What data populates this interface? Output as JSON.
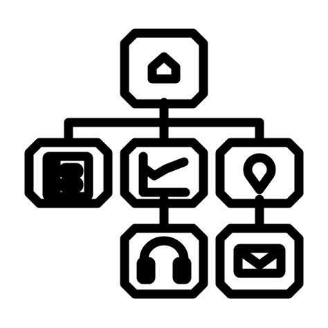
{
  "illustration": {
    "stroke_color": "#000000",
    "background_color": "#ffffff",
    "nodes": [
      {
        "role": "root",
        "icon": "home-icon"
      },
      {
        "role": "child",
        "icon": "document-icon"
      },
      {
        "role": "child",
        "icon": "line-chart-icon"
      },
      {
        "role": "child",
        "icon": "location-pin-icon"
      },
      {
        "role": "grandchild",
        "icon": "headphones-icon"
      },
      {
        "role": "grandchild",
        "icon": "envelope-icon"
      }
    ]
  }
}
